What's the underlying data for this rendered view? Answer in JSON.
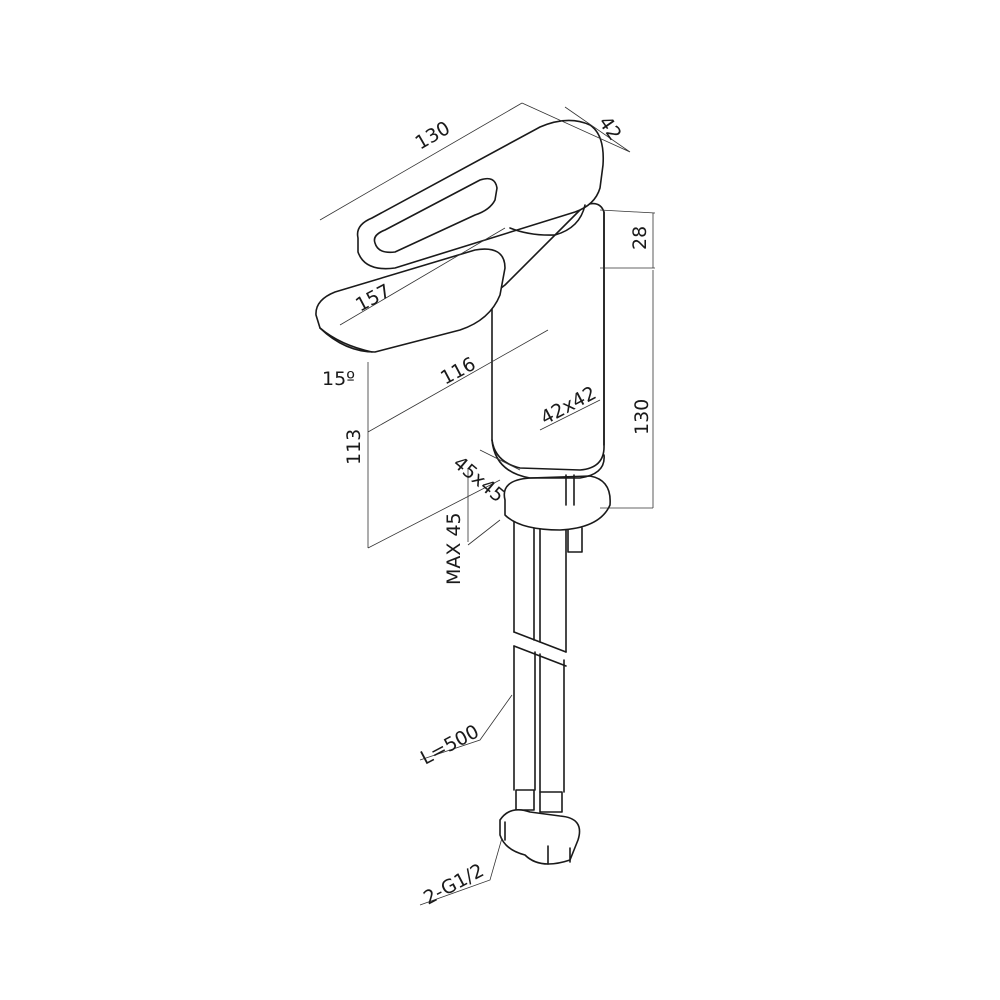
{
  "drawing": {
    "subject": "Single-lever basin faucet with flexible hoses",
    "line_color": "#1a1a1a",
    "background": "#ffffff",
    "dimensions": {
      "handle_length": "130",
      "handle_width": "42",
      "handle_height": "28",
      "spout_length": "157",
      "spout_angle": "15º",
      "spout_reach": "116",
      "body_section": "42x42",
      "body_height": "130",
      "spout_height": "113",
      "base_section": "45x45",
      "max_counter_thickness": "MAX 45",
      "hose_length": "L=500",
      "connection": "2-G1/2"
    }
  }
}
